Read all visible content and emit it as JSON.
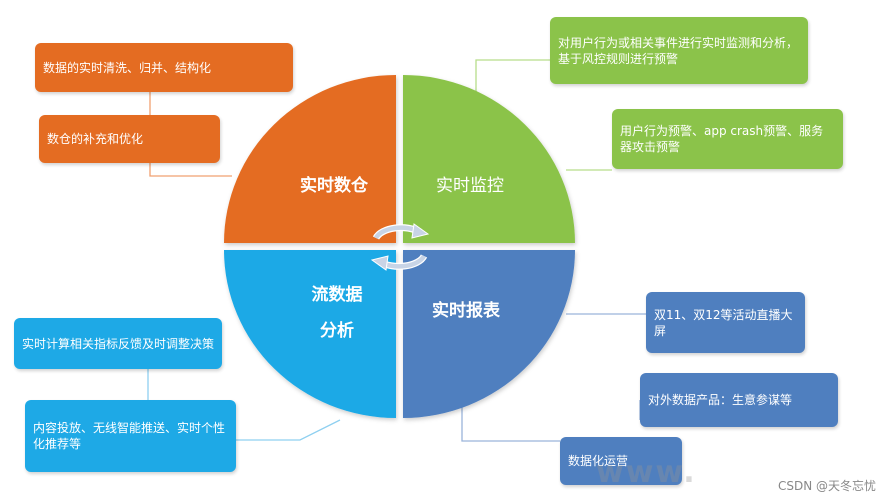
{
  "quadrants": {
    "top_left": {
      "label": "实时数仓",
      "color": "#e46c22"
    },
    "top_right": {
      "label": "实时监控",
      "color": "#8bc34a"
    },
    "bottom_left": {
      "line1": "流数据",
      "line2": "分析",
      "color": "#1ea9e6"
    },
    "bottom_right": {
      "label": "实时报表",
      "color": "#4f7fbf"
    }
  },
  "boxes": {
    "warehouse": [
      "数据的实时清洗、归并、结构化",
      "数仓的补充和优化"
    ],
    "monitoring": [
      "对用户行为或相关事件进行实时监测和分析，基于风控规则进行预警",
      "用户行为预警、app crash预警、服务器攻击预警"
    ],
    "analysis": [
      "实时计算相关指标反馈及时调整决策",
      "内容投放、无线智能推送、实时个性化推荐等"
    ],
    "reports": [
      "双11、双12等活动直播大屏",
      "对外数据产品：生意参谋等",
      "数据化运营"
    ]
  },
  "icons": {
    "cycle": "circular-arrows-icon"
  },
  "footer": {
    "watermark": "CSDN @天冬忘忧",
    "ghost_text": "www."
  }
}
